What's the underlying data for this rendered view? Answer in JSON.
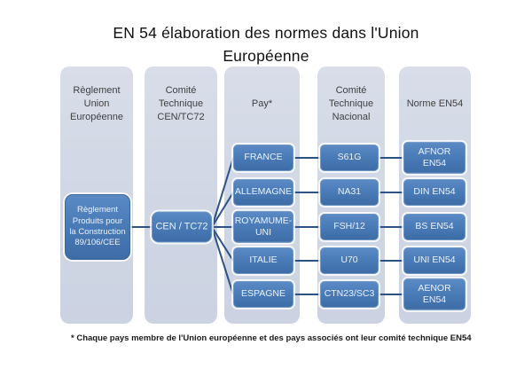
{
  "title": "EN 54 élaboration des normes dans l'Union Européenne",
  "columns": [
    {
      "header": "Règlement Union Européenne"
    },
    {
      "header": "Comité Technique CEN/TC72"
    },
    {
      "header": "Pay*"
    },
    {
      "header": "Comité Technique Nacional"
    },
    {
      "header": "Norme EN54"
    }
  ],
  "source_box": "Règlement Produits pour la Construction 89/106/CEE",
  "cen_box": "CEN / TC72",
  "rows": [
    {
      "country": "FRANCE",
      "committee": "S61G",
      "norm": "AFNOR EN54"
    },
    {
      "country": "ALLEMAGNE",
      "committee": "NA31",
      "norm": "DIN EN54"
    },
    {
      "country": "ROYAMUME-UNI",
      "committee": "FSH/12",
      "norm": "BS EN54"
    },
    {
      "country": "ITALIE",
      "committee": "U70",
      "norm": "UNI EN54"
    },
    {
      "country": "ESPAGNE",
      "committee": "CTN23/SC3",
      "norm": "AENOR EN54"
    }
  ],
  "footnote": "* Chaque pays membre de l'Union européenne et des pays associés ont leur comité technique EN54",
  "colors": {
    "node_blue": "#4a7cb8",
    "node_blue_dark": "#3e6ca6",
    "connector": "#2c5286",
    "panel": "#d0d6e4"
  }
}
